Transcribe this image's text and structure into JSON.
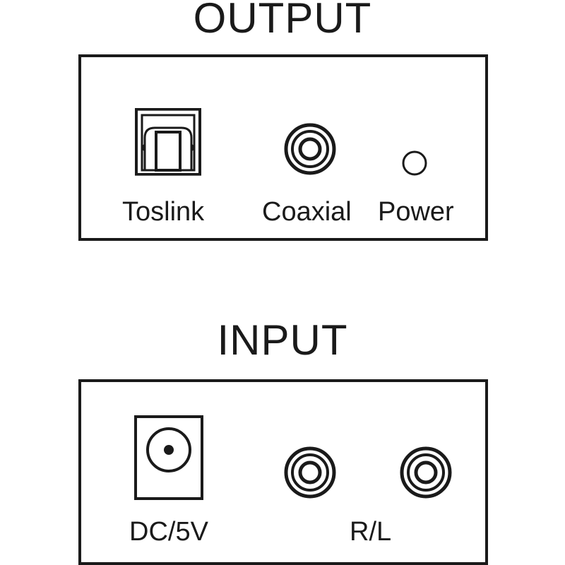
{
  "output": {
    "heading": "OUTPUT",
    "ports": {
      "toslink": {
        "label": "Toslink",
        "icon": "toslink-optical-port-icon"
      },
      "coaxial": {
        "label": "Coaxial",
        "icon": "rca-jack-icon"
      },
      "power": {
        "label": "Power",
        "icon": "power-led-icon"
      }
    }
  },
  "input": {
    "heading": "INPUT",
    "ports": {
      "dc": {
        "label": "DC/5V",
        "icon": "dc-power-jack-icon"
      },
      "rl": {
        "label": "R/L",
        "icons": [
          "rca-jack-right-icon",
          "rca-jack-left-icon"
        ]
      }
    }
  },
  "colors": {
    "line": "#1a1a1a",
    "background": "#ffffff"
  }
}
